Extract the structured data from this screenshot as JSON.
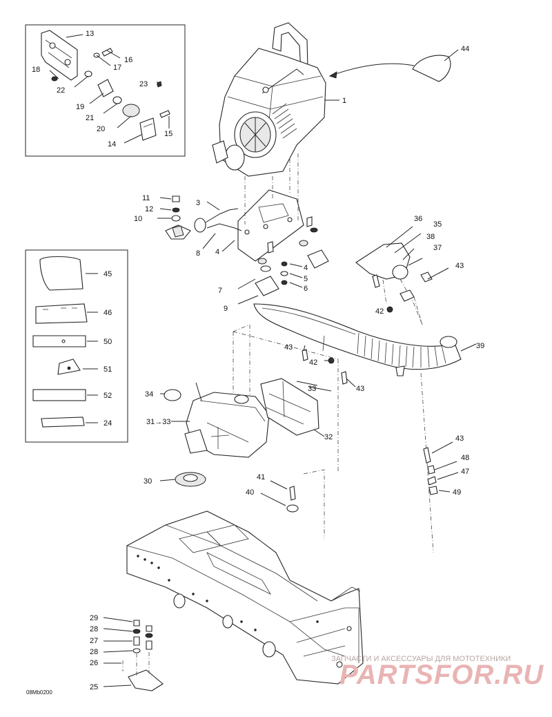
{
  "diagram": {
    "code": "08Mb0200",
    "watermark_top": "ЗАПЧАСТИ И АКСЕССУАРЫ ДЛЯ МОТОТЕХНИКИ",
    "watermark_logo": "PARTSFOR.RU",
    "labels": {
      "p1": "1",
      "p3": "3",
      "p4a": "4",
      "p4b": "4",
      "p5": "5",
      "p6": "6",
      "p7": "7",
      "p8": "8",
      "p9": "9",
      "p10": "10",
      "p11": "11",
      "p12": "12",
      "p13": "13",
      "p14": "14",
      "p15": "15",
      "p16": "16",
      "p17": "17",
      "p18": "18",
      "p19": "19",
      "p20": "20",
      "p21": "21",
      "p22": "22",
      "p23": "23",
      "p24": "24",
      "p25": "25",
      "p26": "26",
      "p27": "27",
      "p28a": "28",
      "p28b": "28",
      "p29": "29",
      "p30": "30",
      "p3133": "31→33",
      "p32": "32",
      "p33": "33",
      "p34": "34",
      "p35": "35",
      "p36": "36",
      "p37": "37",
      "p38": "38",
      "p39": "39",
      "p40": "40",
      "p41": "41",
      "p42a": "42",
      "p42b": "42",
      "p43a": "43",
      "p43b": "43",
      "p43c": "43",
      "p43d": "43",
      "p44": "44",
      "p45": "45",
      "p46": "46",
      "p47": "47",
      "p48": "48",
      "p49": "49",
      "p50": "50",
      "p51": "51",
      "p52": "52"
    }
  }
}
